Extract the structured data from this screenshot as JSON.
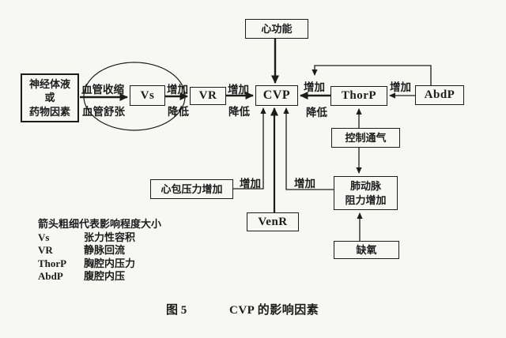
{
  "colors": {
    "background": "#f7f7f4",
    "ink": "#1c1c1c"
  },
  "nodes": {
    "neural": {
      "line1": "神经体液",
      "line2": "或",
      "line3": "药物因素"
    },
    "heart": {
      "label": "心功能"
    },
    "vs": {
      "label": "Vs"
    },
    "vr": {
      "label": "VR"
    },
    "cvp": {
      "label": "CVP"
    },
    "thorp": {
      "label": "ThorP"
    },
    "abdp": {
      "label": "AbdP"
    },
    "ventilation": {
      "label": "控制通气"
    },
    "pericardial": {
      "label": "心包压力增加"
    },
    "venr": {
      "label": "VenR"
    },
    "pulmonary": {
      "line1": "肺动脉",
      "line2": "阻力增加"
    },
    "hypoxia": {
      "label": "缺氧"
    }
  },
  "labels": {
    "increase": "增加",
    "decrease": "降低",
    "vasoconstriction": "血管收缩",
    "vasodilation": "血管舒张"
  },
  "legend": {
    "note": "箭头粗细代表影响程度大小",
    "entries": [
      {
        "term": "Vs",
        "definition": "张力性容积"
      },
      {
        "term": "VR",
        "definition": "静脉回流"
      },
      {
        "term": "ThorP",
        "definition": "胸腔内压力"
      },
      {
        "term": "AbdP",
        "definition": "腹腔内压"
      }
    ]
  },
  "caption": {
    "figure": "图 5",
    "title": "CVP 的影响因素"
  }
}
